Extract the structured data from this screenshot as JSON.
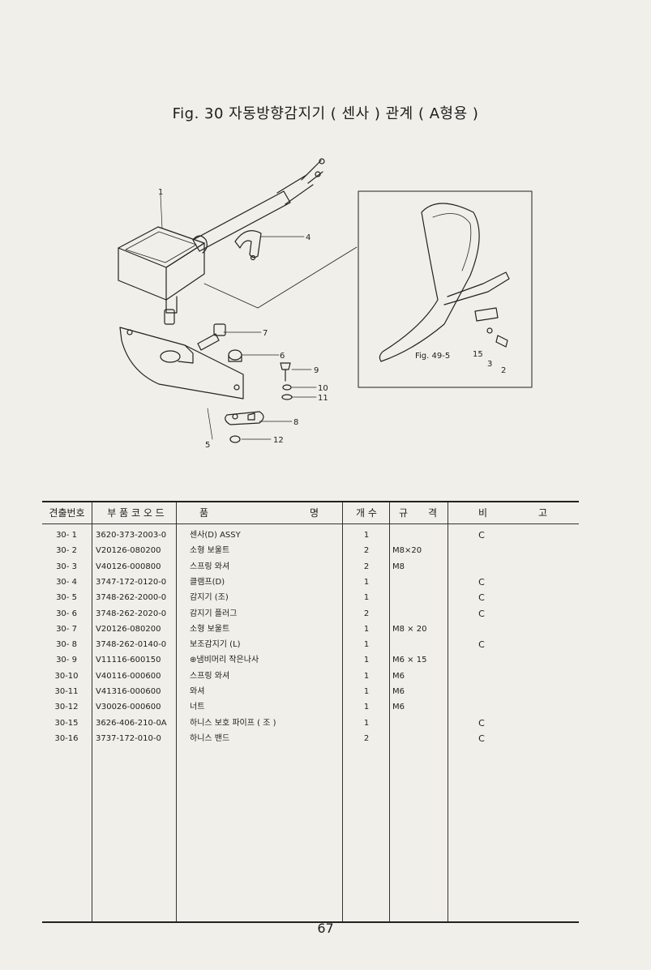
{
  "title": "Fig. 30 자동방향감지기 ( 센사 ) 관계 ( A형용 )",
  "inset_label": "Fig. 49-5",
  "callouts": [
    "1",
    "2",
    "3",
    "4",
    "5",
    "6",
    "7",
    "8",
    "9",
    "10",
    "11",
    "12",
    "15"
  ],
  "table": {
    "headers": [
      "견출번호",
      "부 품 코 오 드",
      "품",
      "명",
      "개 수",
      "규",
      "격",
      "비",
      "고"
    ],
    "rows": [
      {
        "no": "30- 1",
        "code": "3620-373-2003-0",
        "name": "센사(D) ASSY",
        "qty": "1",
        "spec": "",
        "remark": "C"
      },
      {
        "no": "30- 2",
        "code": "V20126-080200",
        "name": "소형 보울트",
        "qty": "2",
        "spec": "M8×20",
        "remark": ""
      },
      {
        "no": "30- 3",
        "code": "V40126-000800",
        "name": "스프링 와셔",
        "qty": "2",
        "spec": "M8",
        "remark": ""
      },
      {
        "no": "30- 4",
        "code": "3747-172-0120-0",
        "name": "클램프(D)",
        "qty": "1",
        "spec": "",
        "remark": "C"
      },
      {
        "no": "30- 5",
        "code": "3748-262-2000-0",
        "name": "감지기 (조)",
        "qty": "1",
        "spec": "",
        "remark": "C"
      },
      {
        "no": "30- 6",
        "code": "3748-262-2020-0",
        "name": "감지기 플러그",
        "qty": "2",
        "spec": "",
        "remark": "C"
      },
      {
        "no": "30- 7",
        "code": "V20126-080200",
        "name": "소형 보울트",
        "qty": "1",
        "spec": "M8 × 20",
        "remark": ""
      },
      {
        "no": "30- 8",
        "code": "3748-262-0140-0",
        "name": "보조감지기 (L)",
        "qty": "1",
        "spec": "",
        "remark": "C"
      },
      {
        "no": "30- 9",
        "code": "V11116-600150",
        "name": "⊕냄비머리 작은나사",
        "qty": "1",
        "spec": "M6 × 15",
        "remark": ""
      },
      {
        "no": "30-10",
        "code": "V40116-000600",
        "name": "스프링 와셔",
        "qty": "1",
        "spec": "M6",
        "remark": ""
      },
      {
        "no": "30-11",
        "code": "V41316-000600",
        "name": "와셔",
        "qty": "1",
        "spec": "M6",
        "remark": ""
      },
      {
        "no": "30-12",
        "code": "V30026-000600",
        "name": "너트",
        "qty": "1",
        "spec": "M6",
        "remark": ""
      },
      {
        "no": "30-15",
        "code": "3626-406-210-0A",
        "name": "하니스 보호 파이프 ( 조 )",
        "qty": "1",
        "spec": "",
        "remark": "C"
      },
      {
        "no": "30-16",
        "code": "3737-172-010-0",
        "name": "하니스 밴드",
        "qty": "2",
        "spec": "",
        "remark": "C"
      }
    ]
  },
  "page_number": "67"
}
